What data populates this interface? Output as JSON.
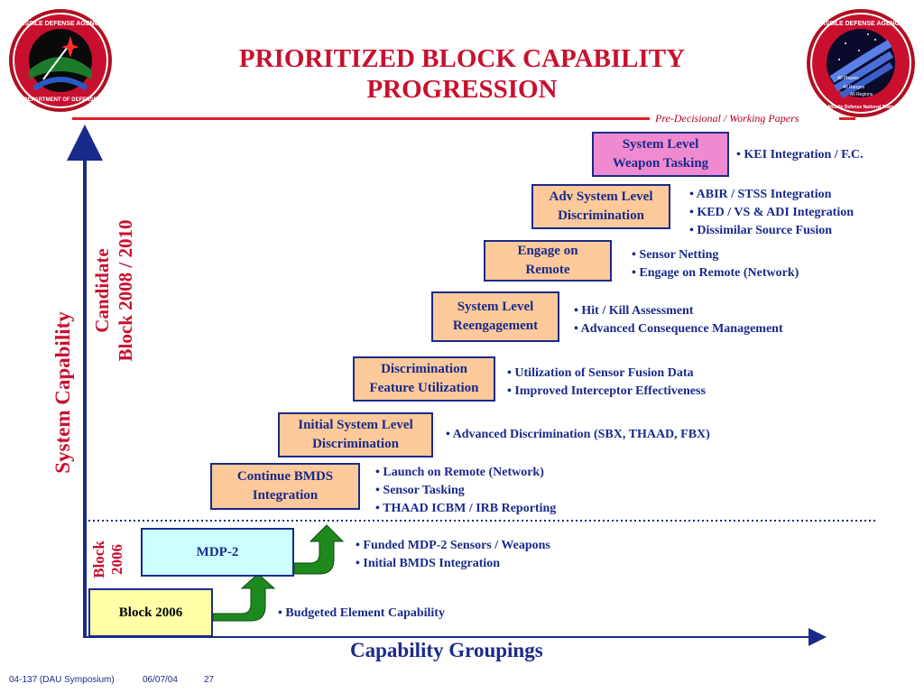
{
  "header": {
    "title_line1": "PRIORITIZED BLOCK CAPABILITY",
    "title_line2": "PROGRESSION",
    "subtitle": "Pre-Decisional / Working Papers"
  },
  "logos": {
    "left_text": "MISSILE DEFENSE AGENCY",
    "left_bottom": "DEPARTMENT OF DEFENSE",
    "right_text": "MISSILE DEFENSE AGENCY",
    "right_bottom": "Missile Defense National Team",
    "right_bands": [
      "All Phases",
      "All Ranges",
      "All Regions"
    ]
  },
  "axes": {
    "y_label": "System Capability",
    "x_label": "Capability Groupings",
    "candidate_line1": "Candidate",
    "candidate_line2": "Block 2008 / 2010",
    "block_line1": "Block",
    "block_line2": "2006"
  },
  "steps": [
    {
      "label1": "Block 2006",
      "label2": "",
      "bullets": [
        "• Budgeted Element Capability"
      ]
    },
    {
      "label1": "MDP-2",
      "label2": "",
      "bullets": [
        "• Funded MDP-2 Sensors / Weapons",
        "• Initial BMDS Integration"
      ]
    },
    {
      "label1": "Continue BMDS",
      "label2": "Integration",
      "bullets": [
        "• Launch on Remote (Network)",
        "• Sensor Tasking",
        "• THAAD ICBM / IRB Reporting"
      ]
    },
    {
      "label1": "Initial System Level",
      "label2": "Discrimination",
      "bullets": [
        "•  Advanced Discrimination (SBX, THAAD, FBX)"
      ]
    },
    {
      "label1": "Discrimination",
      "label2": "Feature Utilization",
      "bullets": [
        "• Utilization of Sensor Fusion Data",
        "• Improved Interceptor Effectiveness"
      ]
    },
    {
      "label1": "System Level",
      "label2": "Reengagement",
      "bullets": [
        "• Hit / Kill Assessment",
        "• Advanced Consequence Management"
      ]
    },
    {
      "label1": "Engage on",
      "label2": "Remote",
      "bullets": [
        "• Sensor Netting",
        "• Engage on Remote (Network)"
      ]
    },
    {
      "label1": "Adv System Level",
      "label2": "Discrimination",
      "bullets": [
        "• ABIR / STSS Integration",
        "• KED / VS & ADI Integration",
        "• Dissimilar Source Fusion"
      ]
    },
    {
      "label1": "System Level",
      "label2": "Weapon Tasking",
      "bullets": [
        "• KEI Integration / F.C."
      ]
    }
  ],
  "footer": {
    "doc_id": "04-137  (DAU Symposium)",
    "date": "06/07/04",
    "page": "27"
  },
  "colors": {
    "title_red": "#c8102e",
    "navy": "#1a2a8a",
    "peach": "#fbc99a",
    "pink": "#f08ad0",
    "cyan": "#ccffff",
    "yellow": "#ffffa8",
    "arrow_green": "#1e8a1e"
  }
}
